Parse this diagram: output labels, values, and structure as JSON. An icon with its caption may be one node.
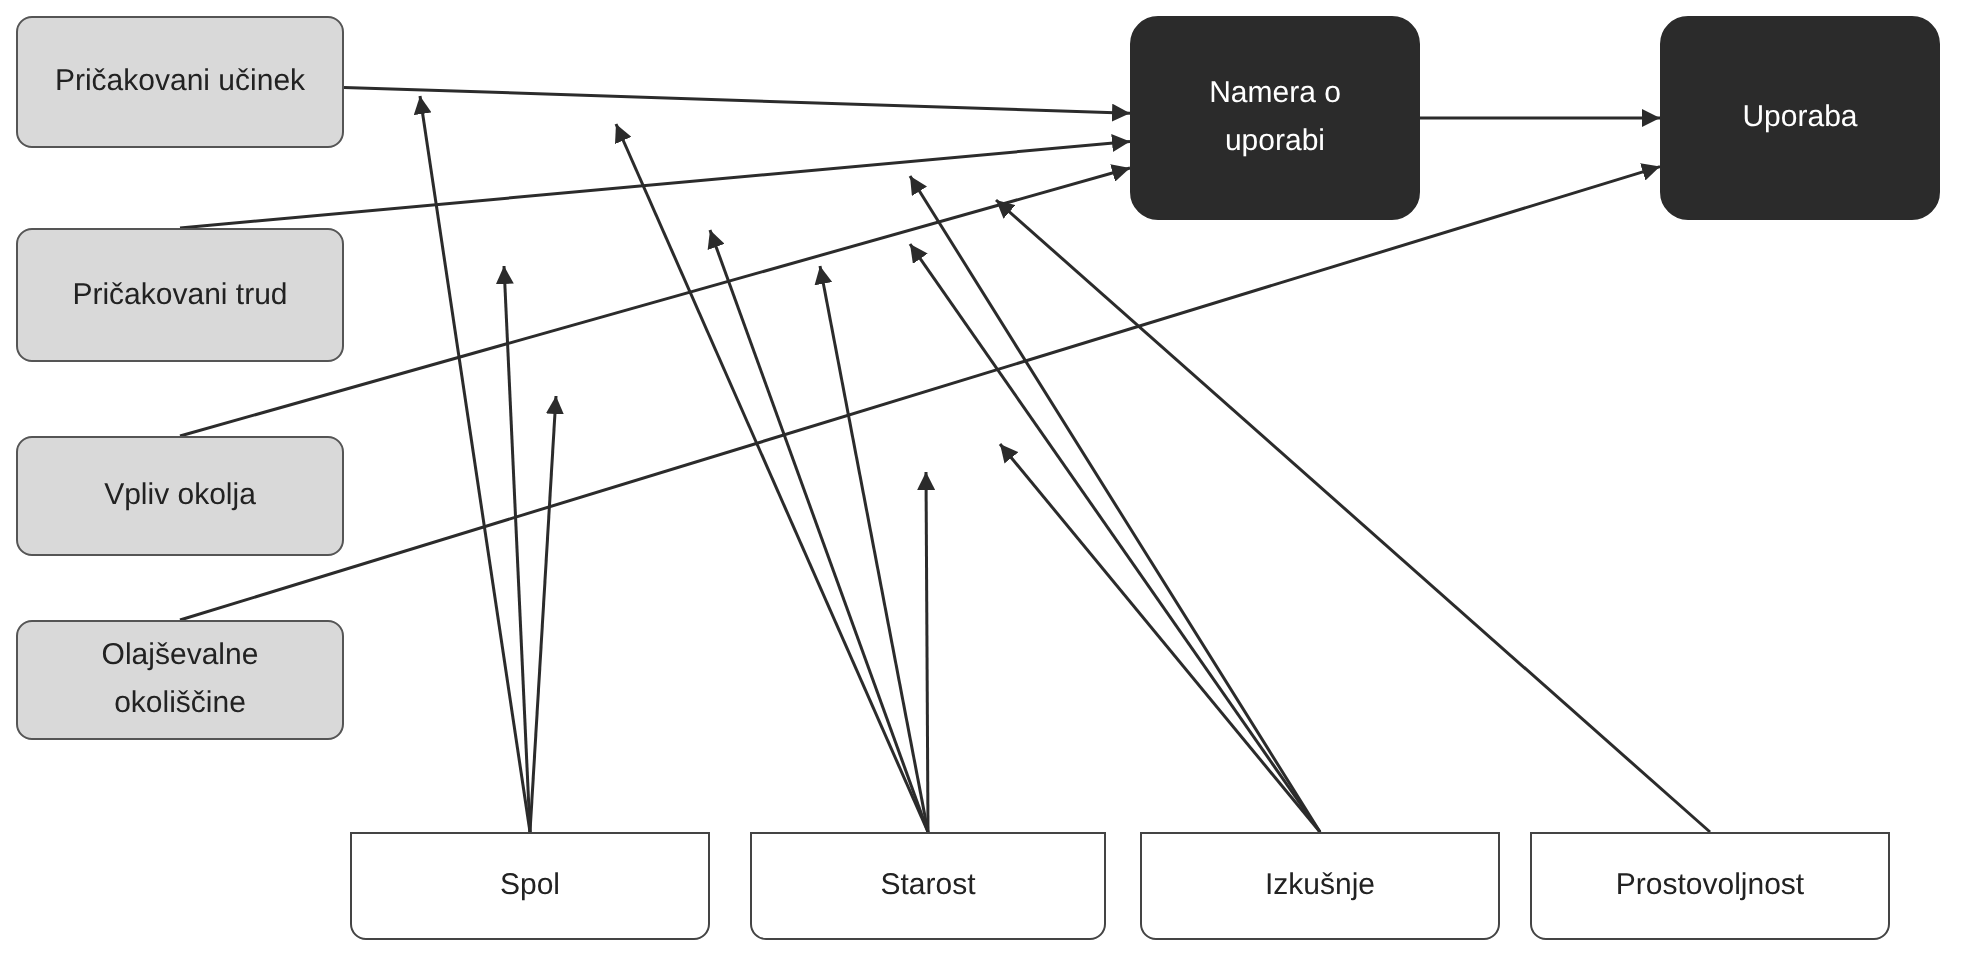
{
  "diagram": {
    "nodes": [
      {
        "text": [
          "Pričakovani učinek"
        ]
      },
      {
        "text": [
          "Pričakovani trud"
        ]
      },
      {
        "text": [
          "Vpliv okolja"
        ]
      },
      {
        "text": [
          "Olajševalne okoliščine"
        ]
      },
      {
        "text": [
          "Namera o uporabi"
        ]
      },
      {
        "text": [
          "Uporaba"
        ]
      },
      {
        "text": [
          "Spol"
        ]
      },
      {
        "text": [
          "Starost"
        ]
      },
      {
        "text": [
          "Izkušnje"
        ]
      },
      {
        "text": [
          "Prostovoljnost"
        ]
      }
    ],
    "edges": [
      {
        "from": 0,
        "to": 4,
        "arrow": "to"
      },
      {
        "from": 1,
        "to": 4,
        "arrow": "to"
      },
      {
        "from": 2,
        "to": 4,
        "arrow": "to"
      },
      {
        "from": 3,
        "to": 5,
        "arrow": "to"
      },
      {
        "from": 4,
        "to": 5,
        "arrow": "to"
      },
      {
        "from": 6,
        "to": null,
        "arrow": "to"
      },
      {
        "from": 6,
        "to": null,
        "arrow": "to"
      },
      {
        "from": 6,
        "to": null,
        "arrow": "to"
      },
      {
        "from": 7,
        "to": null,
        "arrow": "to"
      },
      {
        "from": 7,
        "to": null,
        "arrow": "to"
      },
      {
        "from": 7,
        "to": null,
        "arrow": "to"
      },
      {
        "from": 7,
        "to": null,
        "arrow": "to"
      },
      {
        "from": 8,
        "to": null,
        "arrow": "to"
      },
      {
        "from": 8,
        "to": null,
        "arrow": "to"
      },
      {
        "from": 8,
        "to": null,
        "arrow": "to"
      },
      {
        "from": 9,
        "to": null,
        "arrow": "to"
      }
    ]
  }
}
